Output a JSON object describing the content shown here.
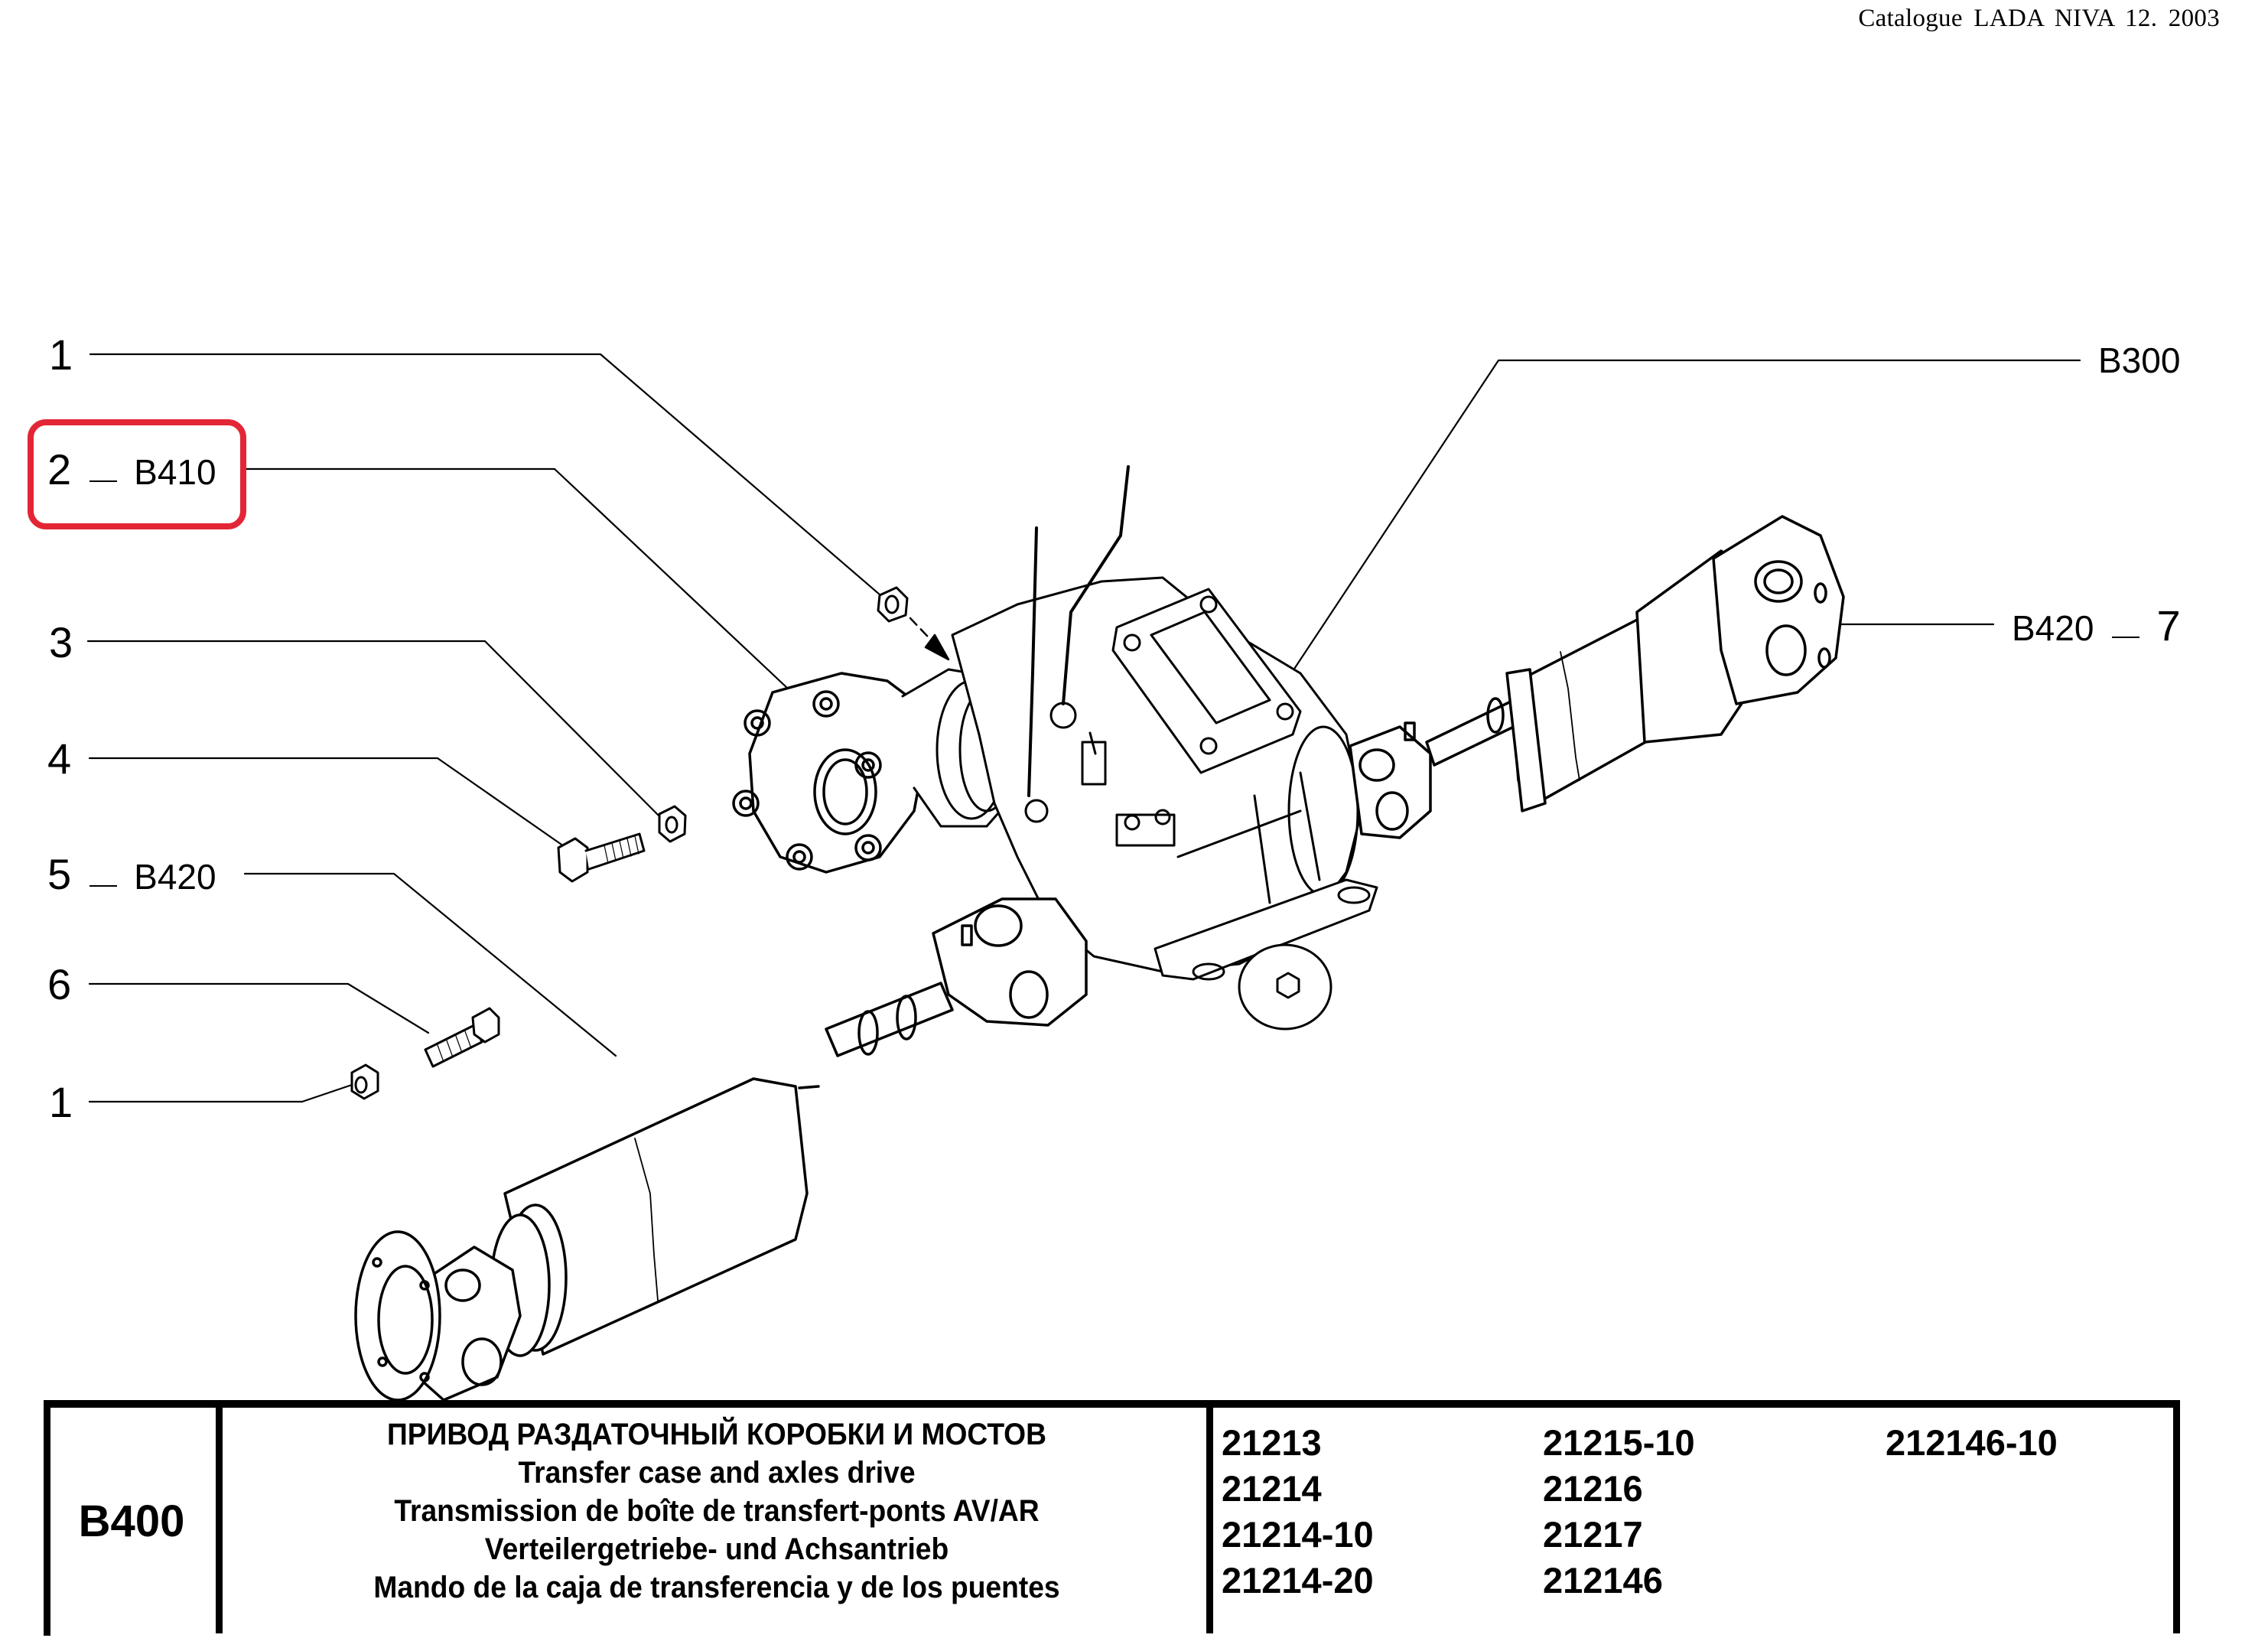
{
  "header": {
    "catalogue_label": "Catalogue LADA NIVA 12. 2003"
  },
  "callouts": {
    "left": [
      {
        "num": "1",
        "ref": ""
      },
      {
        "num": "2",
        "ref": "B410",
        "highlighted": true
      },
      {
        "num": "3",
        "ref": ""
      },
      {
        "num": "4",
        "ref": ""
      },
      {
        "num": "5",
        "ref": "B420"
      },
      {
        "num": "6",
        "ref": ""
      },
      {
        "num": "1",
        "ref": ""
      }
    ],
    "right": [
      {
        "num": "",
        "ref": "B300"
      },
      {
        "num": "7",
        "ref": "B420"
      }
    ]
  },
  "highlight": {
    "color": "#e32636",
    "target": "2 — B410"
  },
  "title_block": {
    "section_code": "B400",
    "titles": [
      "ПРИВОД РАЗДАТОЧНЫЙ КОРОБКИ И МОСТОВ",
      "Transfer case and axles drive",
      "Transmission de boîte de transfert-ponts AV/AR",
      "Verteilergetriebe- und Achsantrieb",
      "Mando de la caja de transferencia y de los puentes"
    ],
    "model_codes": [
      [
        "21213",
        "21214",
        "21214-10",
        "21214-20"
      ],
      [
        "21215-10",
        "21216",
        "21217",
        "212146"
      ],
      [
        "212146-10"
      ]
    ]
  }
}
